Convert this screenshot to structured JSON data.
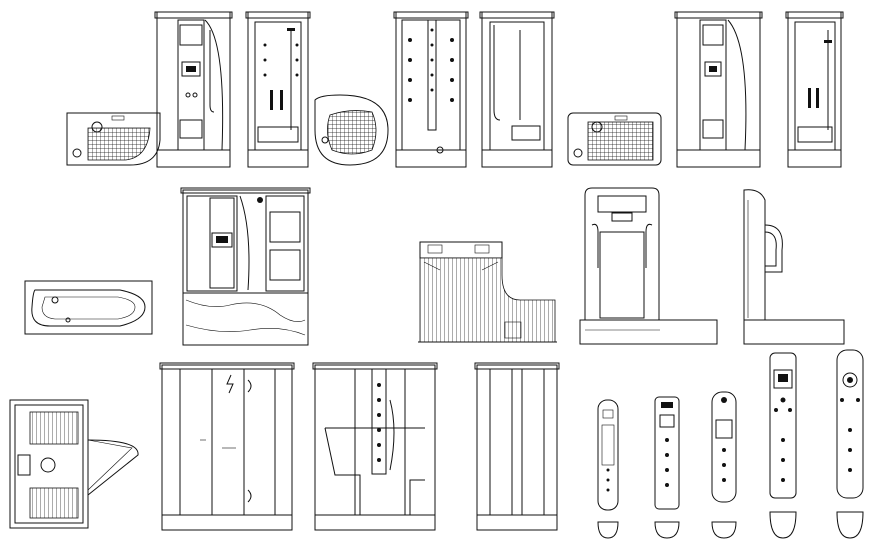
{
  "sheet": {
    "subject": "shower-enclosures-cad-blocks",
    "colors": {
      "background": "#ffffff",
      "line": "#111111"
    },
    "groups": [
      "shower-cabin-set-1",
      "shower-cabin-set-2",
      "shower-cabin-set-3",
      "bathtub-shower-combo",
      "corner-tub",
      "shower-panel-side-views",
      "sliding-door-enclosures",
      "shower-column-panels"
    ]
  }
}
